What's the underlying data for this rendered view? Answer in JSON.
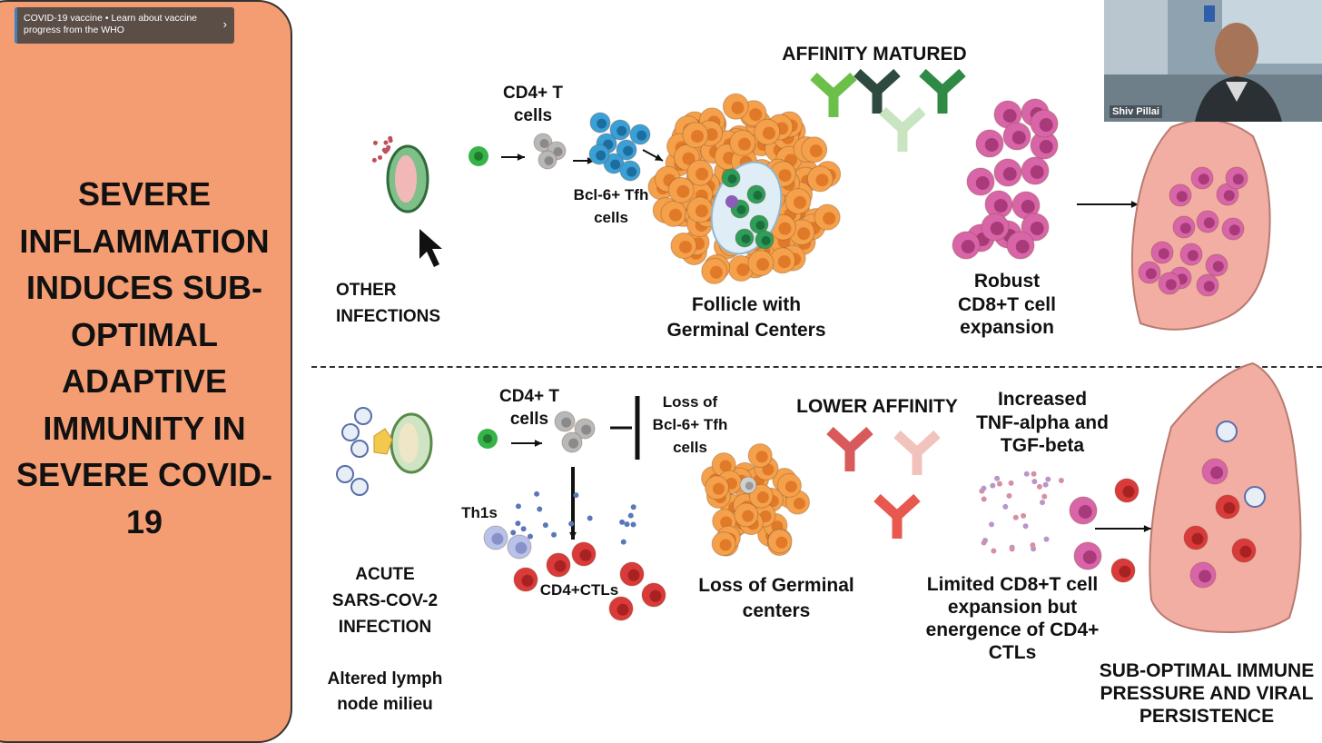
{
  "notification": {
    "text": "COVID-19 vaccine • Learn about vaccine progress from the WHO",
    "chevron": "›"
  },
  "sidebar": {
    "title": "SEVERE\nINFLAMMATION\nINDUCES SUB-\nOPTIMAL\nADAPTIVE\nIMMUNITY IN\nSEVERE COVID-\n19"
  },
  "top": {
    "cd4_label": "CD4+ T\ncells",
    "tfh_label": "Bcl-6+ Tfh\ncells",
    "affinity_label": "AFFINITY MATURED",
    "infection_label": "OTHER\nINFECTIONS",
    "follicle_label": "Follicle with\nGerminal Centers",
    "cd8_label": "Robust\nCD8+T cell\nexpansion"
  },
  "bottom": {
    "cd4_label": "CD4+ T\ncells",
    "loss_tfh_label": "Loss of\nBcl-6+ Tfh\ncells",
    "lower_affinity_label": "LOWER AFFINITY",
    "cytokine_label": "Increased\nTNF-alpha and\nTGF-beta",
    "th1_label": "Th1s",
    "ctl_label": "CD4+CTLs",
    "infection_label": "ACUTE\nSARS-COV-2\nINFECTION",
    "germinal_loss_label": "Loss of Germinal\ncenters",
    "limited_label": "Limited CD8+T cell\nexpansion but\nenergence of CD4+\nCTLs",
    "milieu_label": "Altered lymph\nnode milieu",
    "pressure_label": "SUB-OPTIMAL IMMUNE\nPRESSURE AND VIRAL\nPERSISTENCE"
  },
  "video": {
    "participant_name": "Shiv Pillai"
  },
  "icons": [
    "cursor-arrow-icon",
    "chevron-right-icon"
  ],
  "colors": {
    "panel": "#f59d72",
    "follicle_cell": "#f5a04a",
    "tfh_cell": "#3aa0d8",
    "cd8_cell": "#d865a8",
    "ctl_cell": "#d93a3a",
    "lung": "#f2aea3",
    "antibody_high": "#6cc04a",
    "antibody_low": "#e06060"
  }
}
